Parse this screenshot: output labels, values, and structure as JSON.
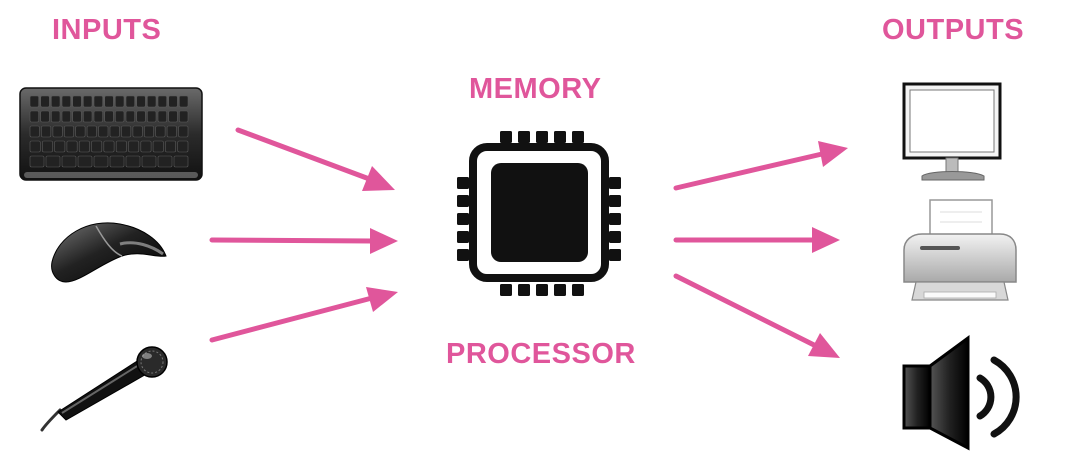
{
  "headings": {
    "inputs": "INPUTS",
    "outputs": "OUTPUTS"
  },
  "center": {
    "memory": "MEMORY",
    "processor": "PROCESSOR",
    "icon": "cpu-chip-icon"
  },
  "input_devices": [
    {
      "icon": "keyboard-icon"
    },
    {
      "icon": "mouse-icon"
    },
    {
      "icon": "microphone-icon"
    }
  ],
  "output_devices": [
    {
      "icon": "monitor-icon"
    },
    {
      "icon": "printer-icon"
    },
    {
      "icon": "speaker-icon"
    }
  ],
  "colors": {
    "accent": "#e0569b",
    "icon_dark": "#111111"
  }
}
